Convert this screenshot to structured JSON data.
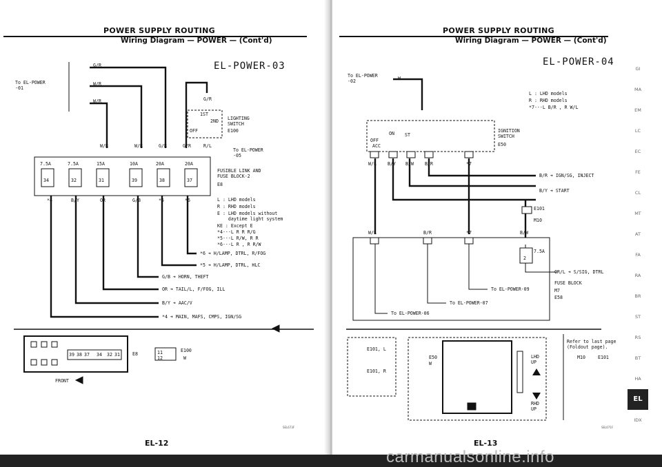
{
  "left": {
    "header": "POWER SUPPLY ROUTING",
    "subheader": "Wiring Diagram — POWER — (Cont'd)",
    "diagram_code": "EL-POWER-03",
    "footer": "EL-12",
    "image_code": "SEL673F",
    "to_power_label": "To EL-POWER\n-01",
    "top_wires": [
      "G/R",
      "W/R",
      "W/R"
    ],
    "column_wires": [
      "W/R",
      "W/R",
      "G/R",
      "G/R"
    ],
    "lighting_switch": "LIGHTING\nSWITCH",
    "switch_conn": "E100",
    "switch_pos": [
      "1ST",
      "2ND",
      "OFF"
    ],
    "lighting_wire_top": "G/R",
    "lighting_wire_bottom": "R/L",
    "to_power_05": "To EL-POWER\n-05",
    "fuses": [
      "7.5A",
      "7.5A",
      "15A",
      "10A",
      "20A",
      "20A"
    ],
    "fuse_nums": [
      "34",
      "32",
      "31",
      "39",
      "38",
      "37"
    ],
    "fusible_link": "FUSIBLE LINK AND\nFUSE BLOCK-2",
    "fuse_block_conn": "E8",
    "bottom_wires": [
      "*4",
      "B/Y",
      "OR",
      "G/B",
      "*5",
      "*6"
    ],
    "legend": [
      "L : LHD models",
      "R : RHD models",
      "E : LHD models without\n    daytime light system",
      "KE : Except E",
      "*4···L R  R R/G",
      "*5···L R/W, R R",
      "*6···L R , R R/W"
    ],
    "routes": [
      "*6 ➜ H/LAMP, DTRL, R/FOG",
      "*5 ➜ H/LAMP, DTRL, HLC",
      "G/B ➜ HORN, THEFT",
      "OR ➜ TAIL/L, F/FOG, ILL",
      "B/Y ➜ AAC/V",
      "*4 ➜ MAIN, MAFS, CMPS, IGN/SG"
    ],
    "connector_cells": [
      "39",
      "38",
      "37",
      "34",
      "32",
      "31"
    ],
    "connector_tags": [
      "E8",
      "E100"
    ],
    "small_conn": [
      "11",
      "12"
    ],
    "small_conn_w": "W",
    "front_label": "FRONT"
  },
  "right": {
    "header": "POWER SUPPLY ROUTING",
    "subheader": "Wiring Diagram — POWER — (Cont'd)",
    "diagram_code": "EL-POWER-04",
    "footer": "EL-13",
    "image_code": "SEL671F",
    "to_power_label": "To EL-POWER\n-02",
    "top_wire": "W",
    "legend": [
      "L : LHD models",
      "R : RHD models",
      "*7···L B/R , R W/L"
    ],
    "ignition_switch": "IGNITION\nSWITCH",
    "ign_conn": "E50",
    "ign_pos": [
      "OFF",
      "ACC",
      "ON",
      "ST"
    ],
    "ign_wires": [
      "W/L",
      "B/Y",
      "B/W",
      "B/R",
      "*7"
    ],
    "routes": [
      "B/R ➜ IGN/SG, INJECT",
      "B/Y ➜ START"
    ],
    "connector_codes": [
      "E101",
      "M10"
    ],
    "lower_wires": [
      "W/L",
      "B/R",
      "*7",
      "B/W"
    ],
    "fuse": "7.5A",
    "fuse_num": "2",
    "lower_routes": [
      "OR/L ➜ S/SIG, DTRL",
      "To EL-POWER-09",
      "To EL-POWER-07",
      "To EL-POWER-06"
    ],
    "fuse_block": "FUSE BLOCK",
    "fuse_block_conns": [
      "M7",
      "E58"
    ],
    "refer_text": "Refer to last page\n(Foldout page).",
    "refer_codes": [
      "M10",
      "E101"
    ],
    "conn_boxes": [
      "E101, L",
      "E101, R",
      "E50",
      "W"
    ],
    "lhd_up": "LHD\nUP",
    "rhd_up": "RHD\nUP"
  },
  "nav": [
    "GI",
    "MA",
    "EM",
    "LC",
    "EC",
    "FE",
    "CL",
    "MT",
    "AT",
    "FA",
    "RA",
    "BR",
    "ST",
    "RS",
    "BT",
    "HA",
    "EL",
    "IDX"
  ],
  "nav_active": "EL",
  "watermark": "carmanualsonline.info"
}
